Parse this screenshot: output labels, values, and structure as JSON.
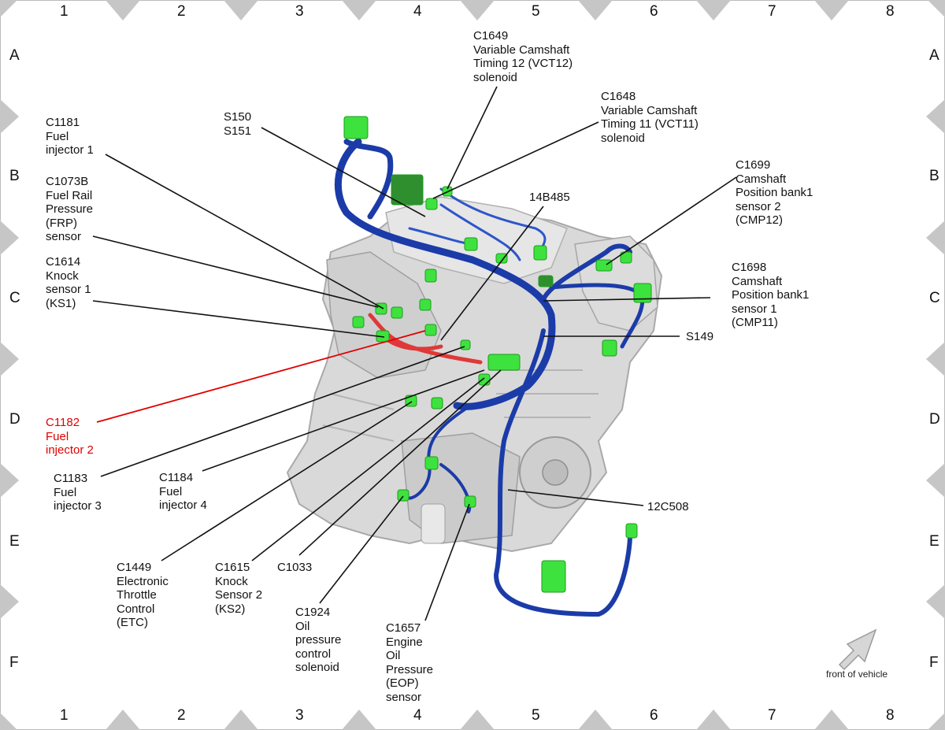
{
  "grid": {
    "columns": [
      "1",
      "2",
      "3",
      "4",
      "5",
      "6",
      "7",
      "8"
    ],
    "rows": [
      "A",
      "B",
      "C",
      "D",
      "E",
      "F"
    ]
  },
  "colors": {
    "harness": "#1f3fb0",
    "harness_highlight": "#e03030",
    "connector": "#33dd33",
    "engine": "#d4d4d4",
    "leader_highlight": "#e00000"
  },
  "labels": {
    "c1649": "C1649\nVariable Camshaft\nTiming 12 (VCT12)\nsolenoid",
    "c1648": "C1648\nVariable Camshaft\nTiming 11 (VCT11)\nsolenoid",
    "s150": "S150\nS151",
    "c1181": "C1181\nFuel\ninjector 1",
    "c1073b": "C1073B\nFuel Rail\nPressure\n(FRP)\nsensor",
    "c1614": "C1614\nKnock\nsensor 1\n(KS1)",
    "c1699": "C1699\nCamshaft\nPosition bank1\nsensor 2\n(CMP12)",
    "p14b485": "14B485",
    "c1698": "C1698\nCamshaft\nPosition bank1\nsensor 1\n(CMP11)",
    "s149": "S149",
    "c1182": "C1182\nFuel\ninjector 2",
    "c1183": "C1183\nFuel\ninjector 3",
    "c1184": "C1184\nFuel\ninjector 4",
    "p12c508": "12C508",
    "c1449": "C1449\nElectronic\nThrottle\nControl\n(ETC)",
    "c1615": "C1615\nKnock\nSensor 2\n(KS2)",
    "c1033": "C1033",
    "c1924": "C1924\nOil\npressure\ncontrol\nsolenoid",
    "c1657": "C1657\nEngine\nOil\nPressure\n(EOP)\nsensor"
  },
  "front_of_vehicle": "front of vehicle"
}
